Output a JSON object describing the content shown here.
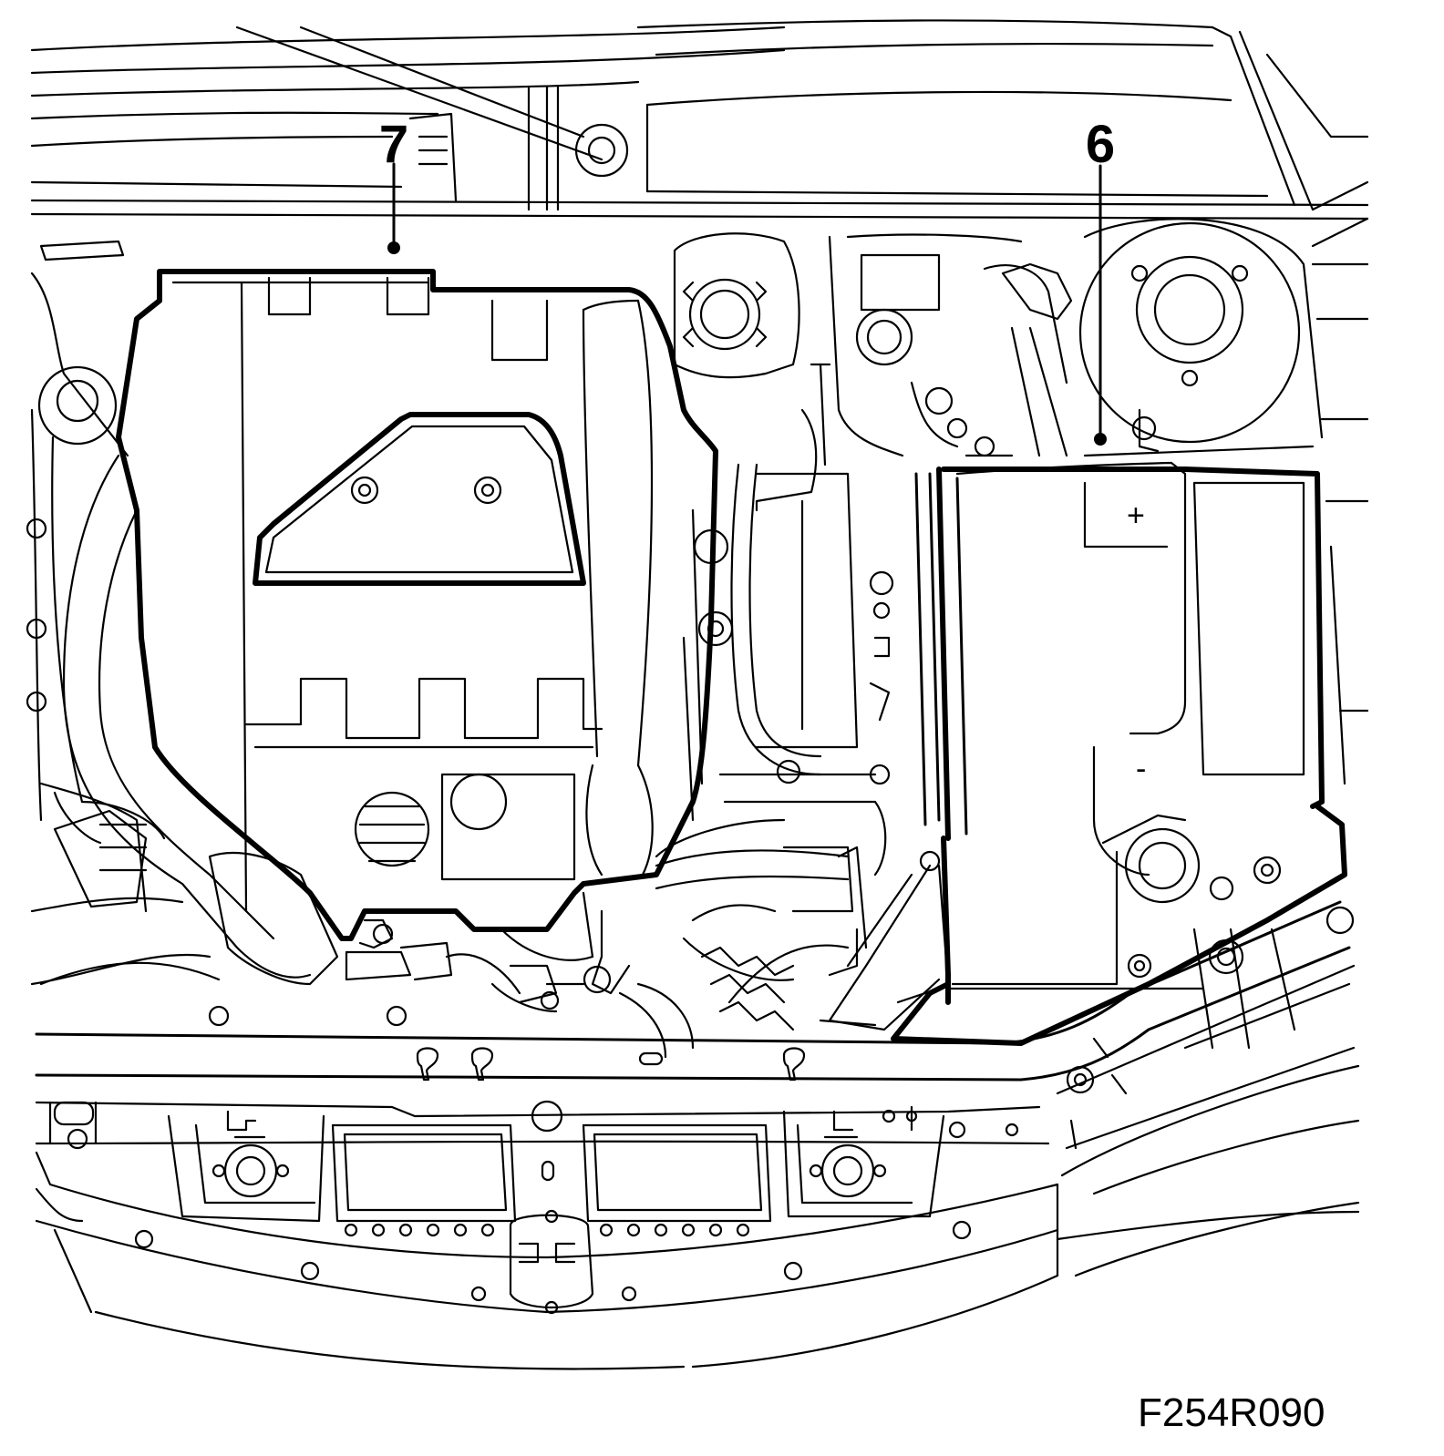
{
  "callouts": [
    {
      "id": "callout-7",
      "label": "7"
    },
    {
      "id": "callout-6",
      "label": "6"
    }
  ],
  "battery": {
    "positive_mark": "+",
    "negative_mark": "-"
  },
  "figure_id": "F254R090"
}
